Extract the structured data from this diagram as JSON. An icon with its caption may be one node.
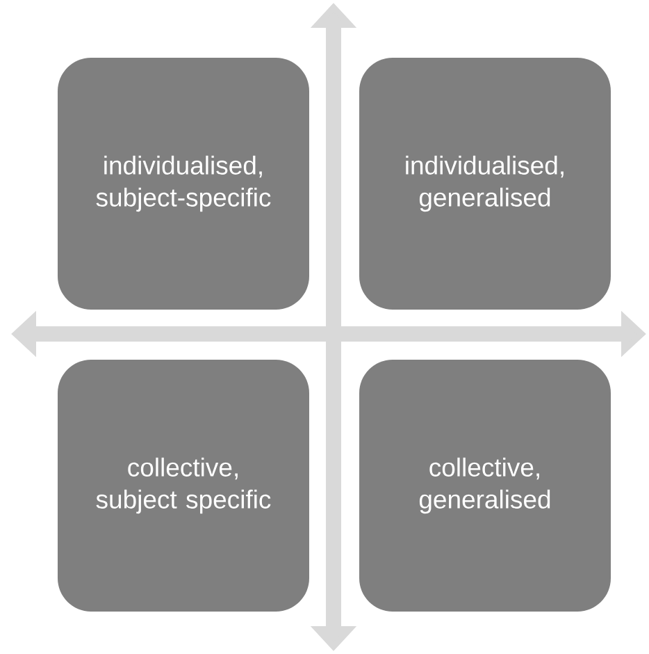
{
  "diagram": {
    "nodes": [
      {
        "text": [
          "individualised, subject-specific"
        ]
      },
      {
        "text": [
          "individualised, generalised"
        ]
      },
      {
        "text": [
          "collective, subject specific"
        ]
      },
      {
        "text": [
          "collective, generalised"
        ]
      }
    ]
  }
}
